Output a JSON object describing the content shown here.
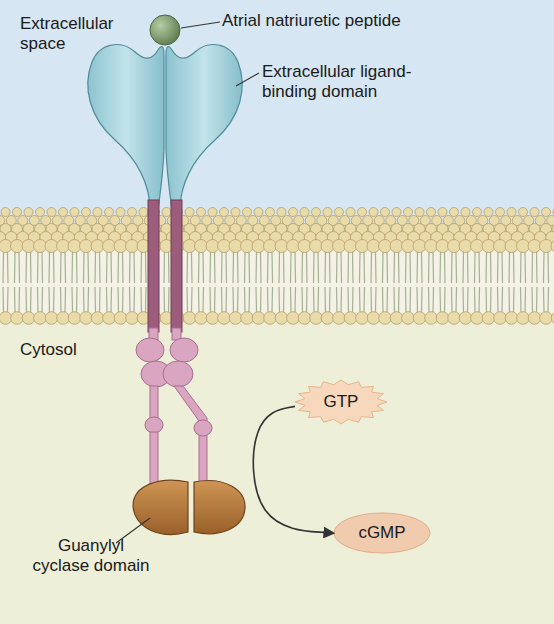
{
  "diagram": {
    "nodes": [
      {
        "text": [
          "Extracellular space"
        ]
      },
      {
        "text": [
          "Cytosol"
        ]
      },
      {
        "text": [
          "GTP"
        ],
        "in": 1
      },
      {
        "text": [
          "cGMP"
        ],
        "in": 1
      }
    ],
    "edges": [
      {
        "from": 2,
        "to": 3,
        "arrow": "to"
      }
    ],
    "labels": [
      "Atrial natriuretic peptide",
      "Extracellular ligand-binding domain",
      "Guanylyl cyclase domain"
    ]
  }
}
